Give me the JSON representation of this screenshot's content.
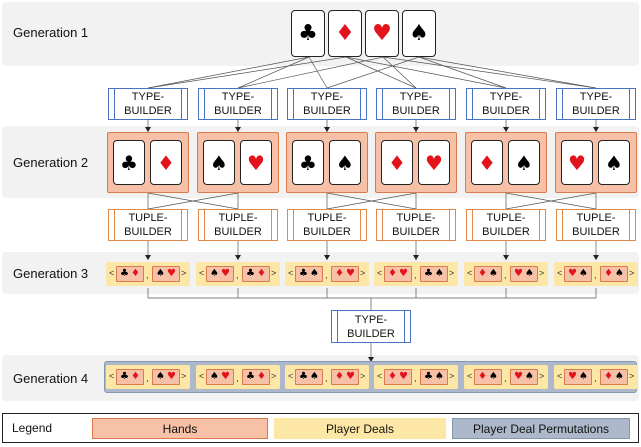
{
  "generations": [
    "Generation 1",
    "Generation 2",
    "Generation 3",
    "Generation 4"
  ],
  "builders": {
    "type": "TYPE-\nBUILDER",
    "tuple": "TUPLE-\nBUILDER"
  },
  "gen1_cards": [
    {
      "suit": "♣",
      "color": "black",
      "icon": "club-icon"
    },
    {
      "suit": "♦",
      "color": "red",
      "icon": "diamond-icon"
    },
    {
      "suit": "♥",
      "color": "red",
      "icon": "heart-icon"
    },
    {
      "suit": "♠",
      "color": "black",
      "icon": "spade-icon"
    }
  ],
  "gen2_hands": [
    [
      {
        "suit": "♣",
        "color": "black"
      },
      {
        "suit": "♦",
        "color": "red"
      }
    ],
    [
      {
        "suit": "♠",
        "color": "black"
      },
      {
        "suit": "♥",
        "color": "red"
      }
    ],
    [
      {
        "suit": "♣",
        "color": "black"
      },
      {
        "suit": "♠",
        "color": "black"
      }
    ],
    [
      {
        "suit": "♦",
        "color": "red"
      },
      {
        "suit": "♥",
        "color": "red"
      }
    ],
    [
      {
        "suit": "♦",
        "color": "red"
      },
      {
        "suit": "♠",
        "color": "black"
      }
    ],
    [
      {
        "suit": "♥",
        "color": "red"
      },
      {
        "suit": "♠",
        "color": "black"
      }
    ]
  ],
  "gen3_deals": [
    [
      [
        {
          "suit": "♣",
          "color": "black"
        },
        {
          "suit": "♦",
          "color": "red"
        }
      ],
      [
        {
          "suit": "♠",
          "color": "black"
        },
        {
          "suit": "♥",
          "color": "red"
        }
      ]
    ],
    [
      [
        {
          "suit": "♠",
          "color": "black"
        },
        {
          "suit": "♥",
          "color": "red"
        }
      ],
      [
        {
          "suit": "♣",
          "color": "black"
        },
        {
          "suit": "♦",
          "color": "red"
        }
      ]
    ],
    [
      [
        {
          "suit": "♣",
          "color": "black"
        },
        {
          "suit": "♠",
          "color": "black"
        }
      ],
      [
        {
          "suit": "♦",
          "color": "red"
        },
        {
          "suit": "♥",
          "color": "red"
        }
      ]
    ],
    [
      [
        {
          "suit": "♦",
          "color": "red"
        },
        {
          "suit": "♥",
          "color": "red"
        }
      ],
      [
        {
          "suit": "♣",
          "color": "black"
        },
        {
          "suit": "♠",
          "color": "black"
        }
      ]
    ],
    [
      [
        {
          "suit": "♦",
          "color": "red"
        },
        {
          "suit": "♠",
          "color": "black"
        }
      ],
      [
        {
          "suit": "♥",
          "color": "red"
        },
        {
          "suit": "♠",
          "color": "black"
        }
      ]
    ],
    [
      [
        {
          "suit": "♥",
          "color": "red"
        },
        {
          "suit": "♠",
          "color": "black"
        }
      ],
      [
        {
          "suit": "♦",
          "color": "red"
        },
        {
          "suit": "♠",
          "color": "black"
        }
      ]
    ]
  ],
  "legend": {
    "title": "Legend",
    "hands": "Hands",
    "deals": "Player Deals",
    "perms": "Player Deal Permutations"
  },
  "colors": {
    "hand_fill": "#f6c1a6",
    "deal_fill": "#fde7a6",
    "perm_fill": "#adb9ca",
    "type_border": "#4a73c4",
    "tuple_border": "#e2894a",
    "red_suit": "#e3131b"
  }
}
